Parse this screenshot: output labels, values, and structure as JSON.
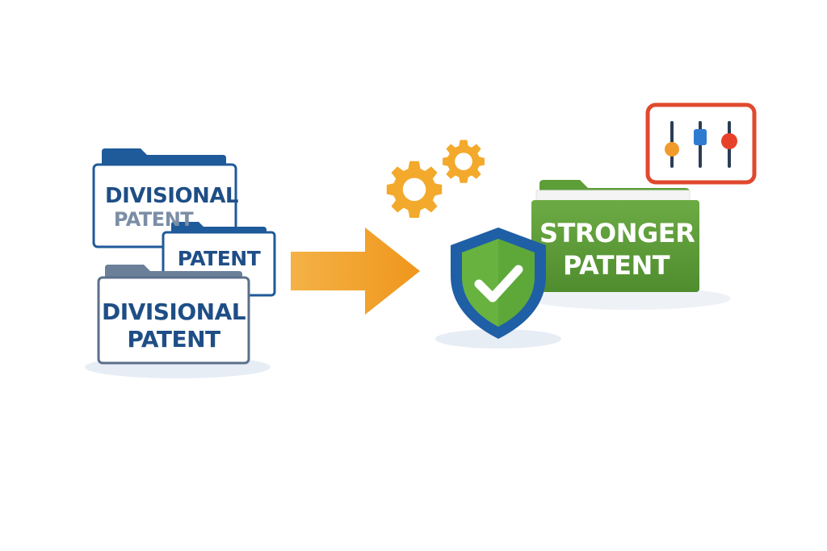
{
  "colors": {
    "folder_blue": "#1f5a9a",
    "folder_gray": "#6b7f99",
    "text_blue": "#1f4e86",
    "arrow_orange": "#f2a12c",
    "gear_orange": "#f3a92b",
    "shield_blue": "#1f5fa6",
    "shield_green": "#5ea83a",
    "folder_green": "#5e9e38",
    "panel_red": "#e0492e",
    "knob_orange": "#f29b2d",
    "knob_blue": "#2f7bd1",
    "knob_red": "#e8412b"
  },
  "icons": {
    "inputs": [
      "folder-icon",
      "folder-icon",
      "folder-icon"
    ],
    "process": [
      "arrow-right-icon",
      "gear-icon",
      "gear-icon",
      "shield-check-icon"
    ],
    "output": [
      "folder-icon",
      "sliders-icon"
    ]
  },
  "folders": {
    "top": {
      "line1": "DIVISIONAL",
      "line2": "PATENT"
    },
    "middle": {
      "line1": "PATENT"
    },
    "bottom": {
      "line1": "DIVISIONAL",
      "line2": "PATENT"
    },
    "result": {
      "line1": "STRONGER",
      "line2": "PATENT"
    }
  }
}
